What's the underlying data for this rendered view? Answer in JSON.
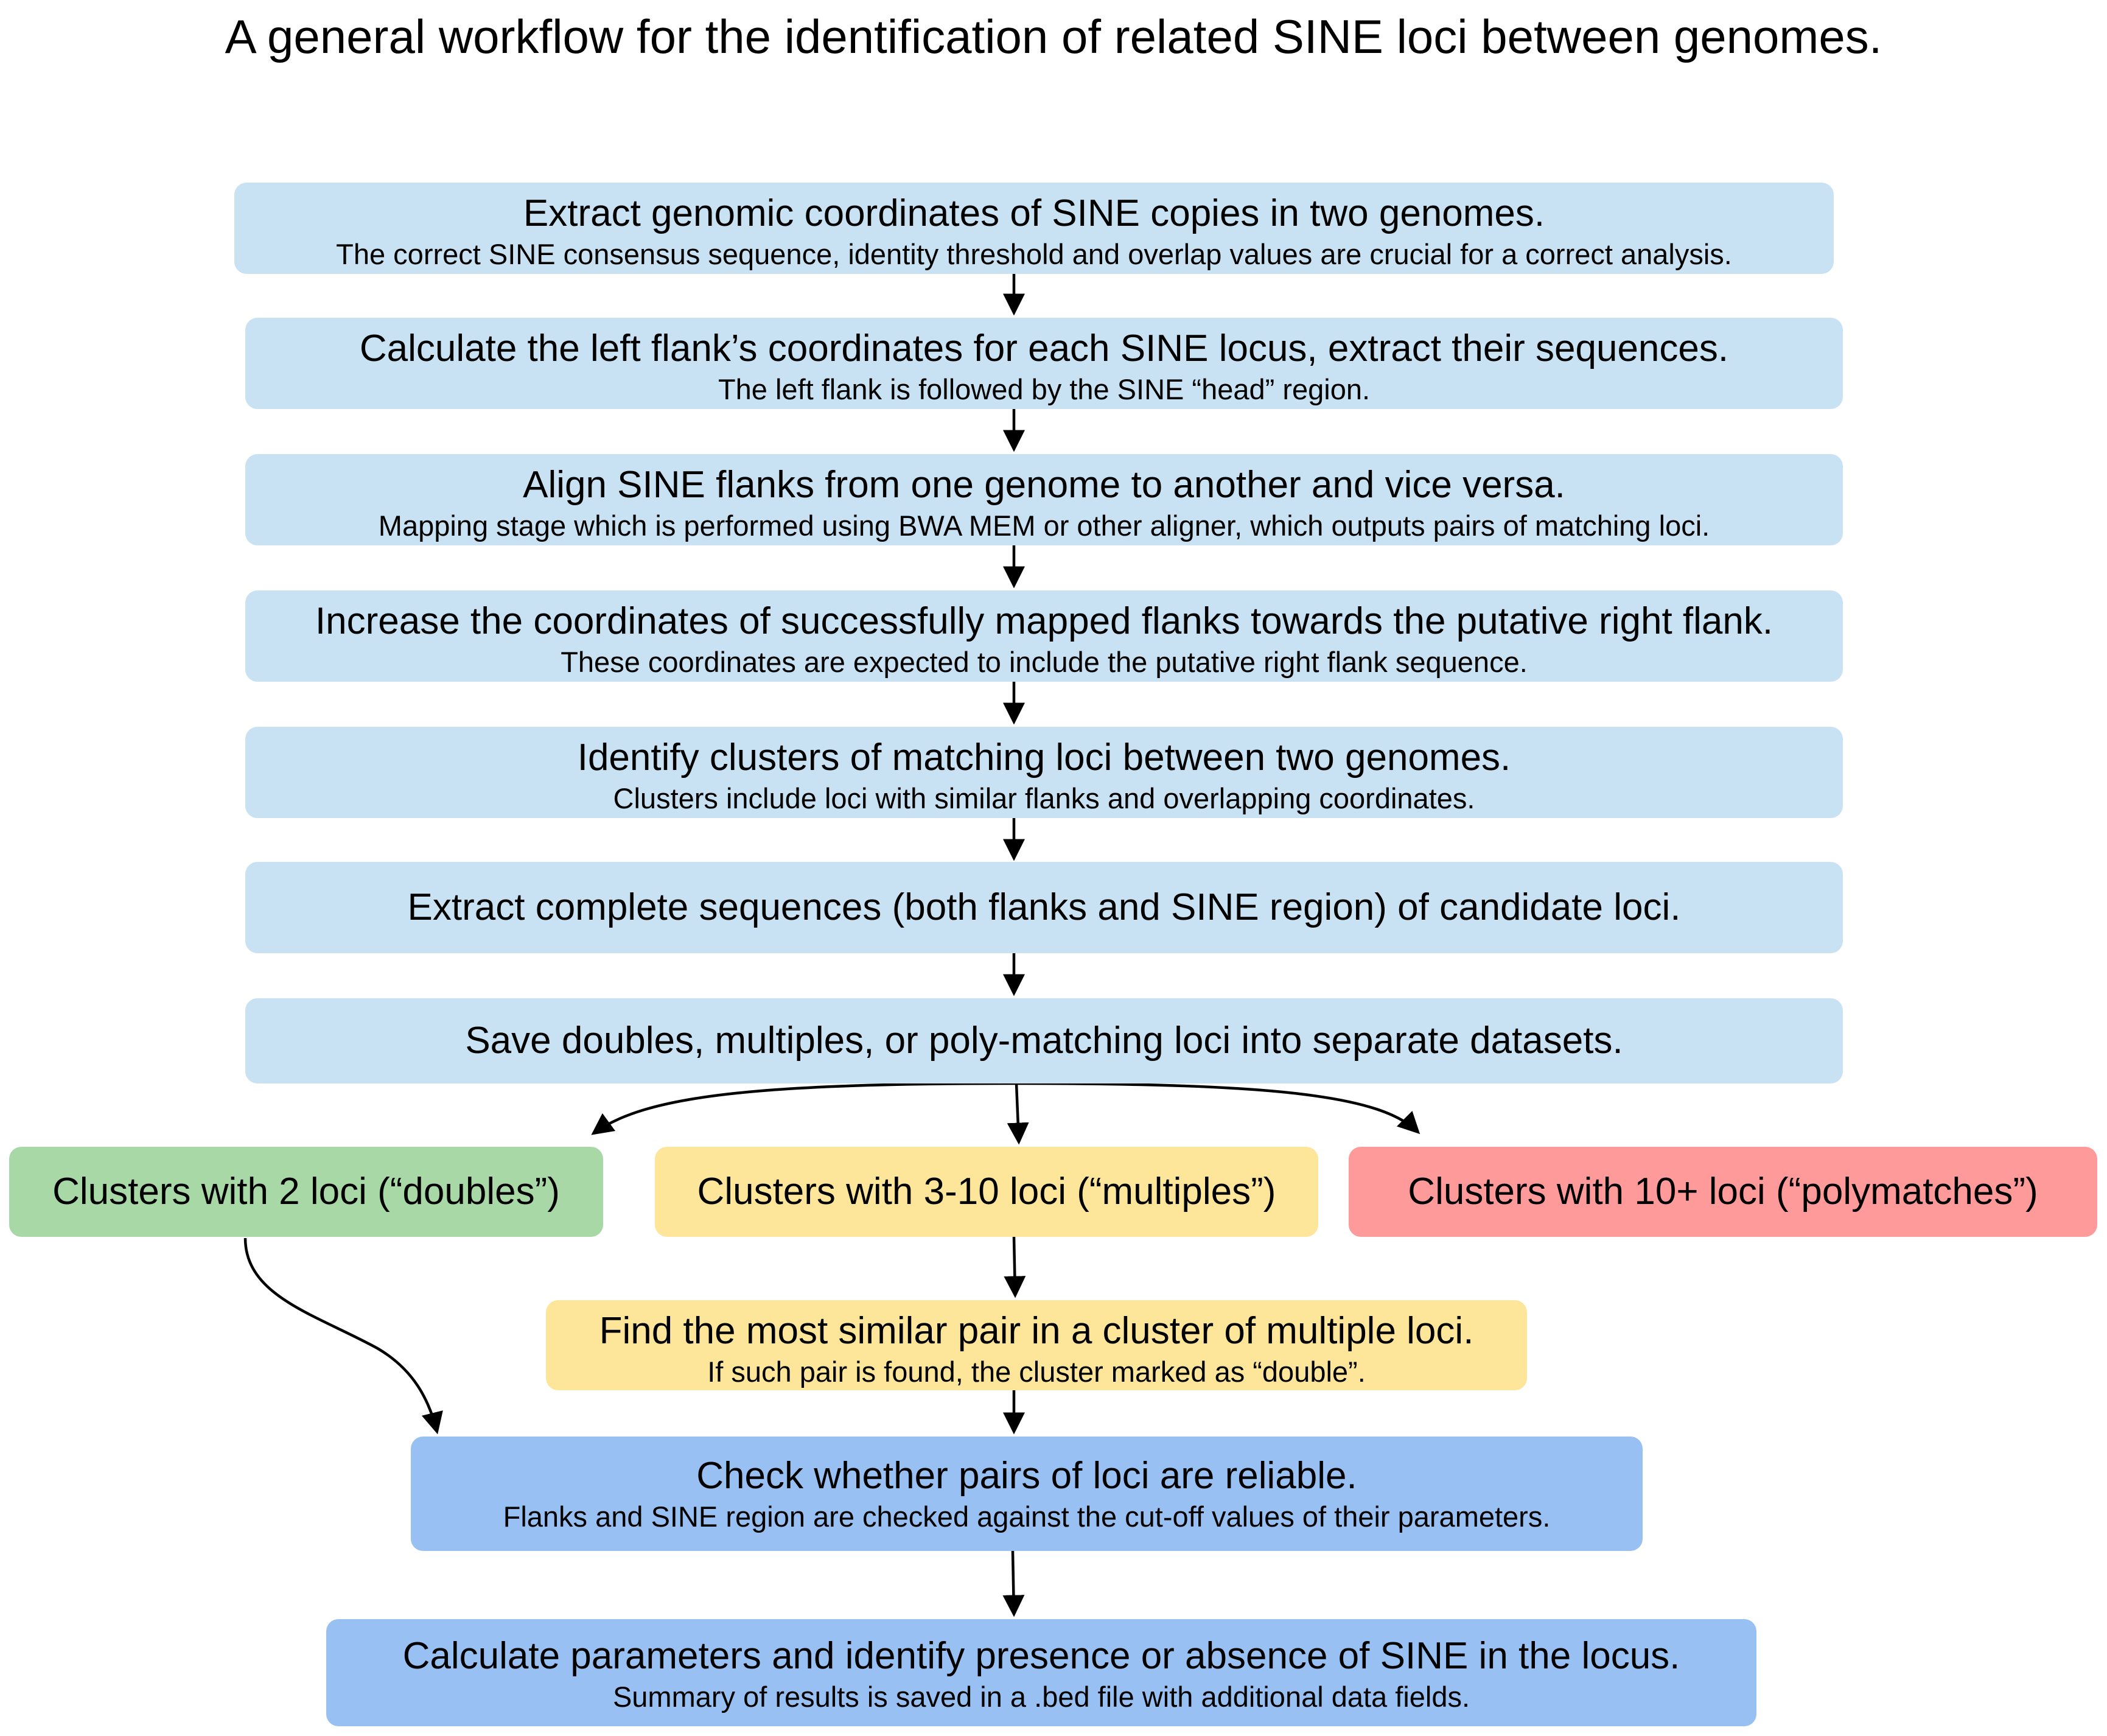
{
  "title": "A general workflow for the identification of related SINE loci between genomes.",
  "steps": [
    {
      "main": "Extract genomic coordinates of SINE copies in two genomes.",
      "sub": "The correct SINE consensus sequence, identity threshold and overlap values are crucial for a correct analysis."
    },
    {
      "main": "Calculate the left flank’s coordinates for each SINE locus, extract their sequences.",
      "sub": "The left flank is followed by the SINE “head” region."
    },
    {
      "main": "Align SINE flanks from one genome to another and vice versa.",
      "sub": "Mapping stage which is performed using BWA MEM or other aligner, which outputs pairs of matching loci."
    },
    {
      "main": "Increase the coordinates of successfully mapped flanks towards the putative right flank.",
      "sub": "These coordinates are expected to include the putative right flank sequence."
    },
    {
      "main": "Identify clusters of matching loci between two genomes.",
      "sub": "Clusters include loci with similar flanks and overlapping coordinates."
    },
    {
      "main": "Extract complete sequences (both flanks and SINE region) of candidate loci."
    },
    {
      "main": "Save doubles, multiples, or poly-matching loci into separate datasets."
    }
  ],
  "clusters": {
    "doubles": "Clusters with 2 loci (“doubles”)",
    "multiples": "Clusters with 3-10 loci (“multiples”)",
    "polymatches": "Clusters with 10+ loci (“polymatches”)"
  },
  "find_pair": {
    "main": "Find the most similar pair in a cluster of multiple loci.",
    "sub": "If such pair is found, the cluster marked as “double”."
  },
  "check": {
    "main": "Check whether pairs of loci are reliable.",
    "sub": "Flanks and SINE region are checked against the cut-off values of their parameters."
  },
  "calculate": {
    "main": "Calculate parameters and identify presence or absence of SINE in the locus.",
    "sub": "Summary of results is saved in a .bed file with additional data fields."
  },
  "colors": {
    "step": "#c9e2f3",
    "doubles": "#a8d8a6",
    "multiples": "#fde59a",
    "polymatches": "#fe9a9a",
    "final": "#98c0f2",
    "arrow": "#000000"
  }
}
